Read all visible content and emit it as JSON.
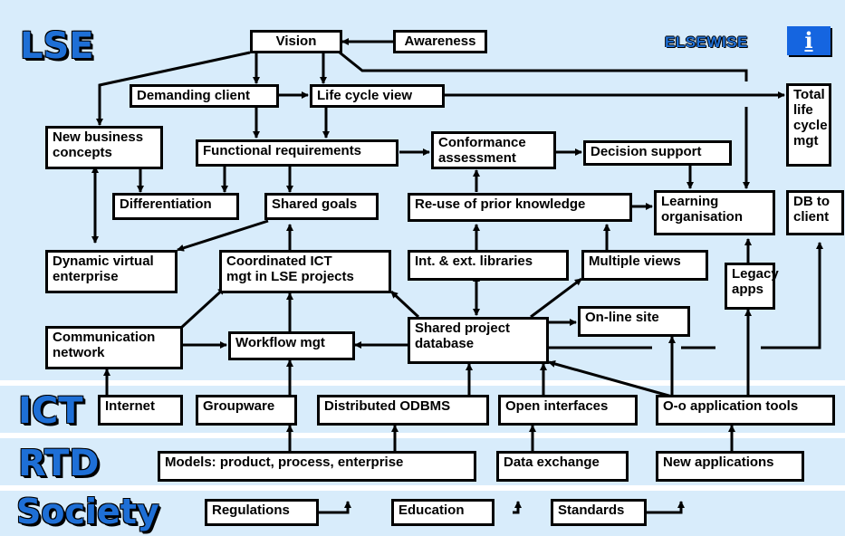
{
  "sections": {
    "lse": "LSE",
    "ict": "ICT",
    "rtd": "RTD",
    "society": "Society"
  },
  "brand": {
    "name": "ELSEWISE",
    "info": "i"
  },
  "nodes": {
    "vision": "Vision",
    "awareness": "Awareness",
    "demanding": "Demanding client",
    "lifecycle": "Life cycle view",
    "total": "Total\nlife\ncycle\nmgt",
    "newbiz": "New business\nconcepts",
    "funcreq": "Functional requirements",
    "conformance": "Conformance\nassessment",
    "decision": "Decision support",
    "differentiation": "Differentiation",
    "shared_goals": "Shared goals",
    "reuse": "Re-use of prior knowledge",
    "learning": "Learning\norganisation",
    "dbclient": "DB to\nclient",
    "dve": "Dynamic virtual\nenterprise",
    "coord": "Coordinated ICT\nmgt in LSE projects",
    "libraries": "Int. & ext. libraries",
    "multiviews": "Multiple views",
    "legacy": "Legacy\napps",
    "comm": "Communication\nnetwork",
    "workflow": "Workflow mgt",
    "spdb": "Shared project\ndatabase",
    "online": "On-line site",
    "internet": "Internet",
    "groupware": "Groupware",
    "odbms": "Distributed ODBMS",
    "openif": "Open interfaces",
    "oo": "O-o application tools",
    "models": "Models: product, process, enterprise",
    "dataex": "Data exchange",
    "newapps": "New applications",
    "regs": "Regulations",
    "education": "Education",
    "standards": "Standards"
  }
}
